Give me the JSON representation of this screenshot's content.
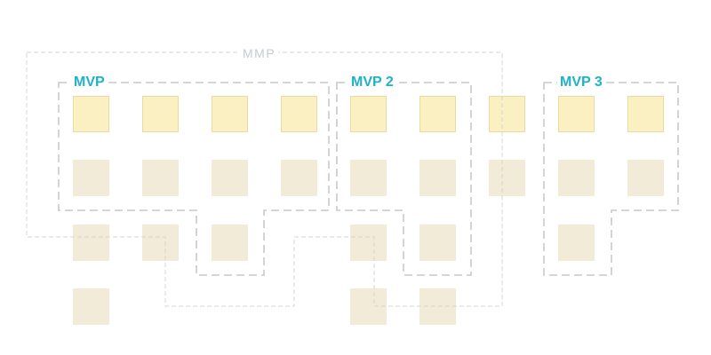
{
  "labels": {
    "mmp": "MMP",
    "mvp": "MVP",
    "mvp2": "MVP 2",
    "mvp3": "MVP 3"
  },
  "colors": {
    "top_square": "#faf0c1",
    "other_square": "#f1ebd7",
    "mvp_label": "#1fb3c7",
    "mmp_label": "#c3ccce",
    "mvp_border": "#c9c9c9",
    "mmp_border": "#d4d4d4"
  },
  "grid": {
    "columns": 9,
    "rows": 4,
    "column_heights": [
      4,
      3,
      3,
      2,
      4,
      4,
      2,
      3,
      2
    ]
  }
}
